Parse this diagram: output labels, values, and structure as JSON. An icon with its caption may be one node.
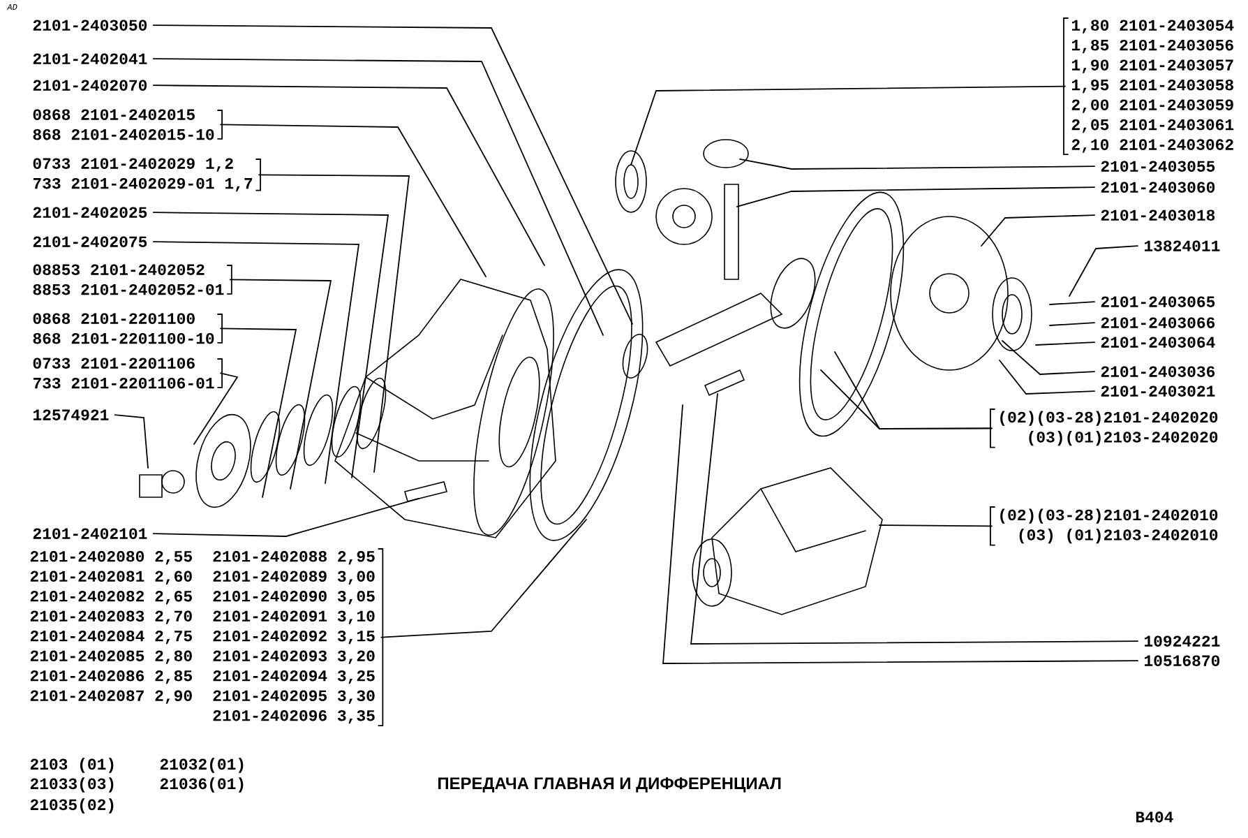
{
  "diagram": {
    "title": "ПЕРЕДАЧА ГЛАВНАЯ И ДИФФЕРЕНЦИАЛ",
    "nodes": [
      {
        "text": [
          "2101-2403050"
        ]
      },
      {
        "text": [
          "2101-2402041"
        ]
      },
      {
        "text": [
          "2101-2402070"
        ]
      },
      {
        "text": [
          "0868 2101-2402015",
          "868 2101-2402015-10"
        ]
      },
      {
        "text": [
          "0733 2101-2402029 1,2",
          "733 2101-2402029-01 1,7"
        ]
      },
      {
        "text": [
          "2101-2402025"
        ]
      },
      {
        "text": [
          "2101-2402075"
        ]
      },
      {
        "text": [
          "08853 2101-2402052",
          "8853 2101-2402052-01"
        ]
      },
      {
        "text": [
          "0868 2101-2201100",
          "868 2101-2201100-10"
        ]
      },
      {
        "text": [
          "0733 2101-2201106",
          "733 2101-2201106-01"
        ]
      },
      {
        "text": [
          "12574921"
        ]
      },
      {
        "text": [
          "2101-2402101"
        ]
      },
      {
        "text": [
          "2101-2402080 2,55",
          "2101-2402081 2,60",
          "2101-2402082 2,65",
          "2101-2402083 2,70",
          "2101-2402084 2,75",
          "2101-2402085 2,80",
          "2101-2402086 2,85",
          "2101-2402087 2,90",
          "2101-2402088 2,95",
          "2101-2402089 3,00",
          "2101-2402090 3,05",
          "2101-2402091 3,10",
          "2101-2402092 3,15",
          "2101-2402093 3,20",
          "2101-2402094 3,25",
          "2101-2402095 3,30",
          "2101-2402096 3,35"
        ]
      },
      {
        "text": [
          "1,80 2101-2403054",
          "1,85 2101-2403056",
          "1,90 2101-2403057",
          "1,95 2101-2403058",
          "2,00 2101-2403059",
          "2,05 2101-2403061",
          "2,10 2101-2403062"
        ]
      },
      {
        "text": [
          "2101-2403055"
        ]
      },
      {
        "text": [
          "2101-2403060"
        ]
      },
      {
        "text": [
          "2101-2403018"
        ]
      },
      {
        "text": [
          "13824011"
        ]
      },
      {
        "text": [
          "2101-2403065"
        ]
      },
      {
        "text": [
          "2101-2403066"
        ]
      },
      {
        "text": [
          "2101-2403064"
        ]
      },
      {
        "text": [
          "2101-2403036"
        ]
      },
      {
        "text": [
          "2101-2403021"
        ]
      },
      {
        "text": [
          "(02)(03-28)2101-2402020",
          "(03)(01)2103-2402020"
        ]
      },
      {
        "text": [
          "(02)(03-28)2101-2402010",
          "(03) (01)2103-2402010"
        ]
      },
      {
        "text": [
          "10924221"
        ]
      },
      {
        "text": [
          "10516870"
        ]
      }
    ],
    "edges": [
      {
        "from": 0,
        "to": null,
        "arrow": "none"
      },
      {
        "from": 1,
        "to": null,
        "arrow": "none"
      },
      {
        "from": 2,
        "to": null,
        "arrow": "none"
      },
      {
        "from": 3,
        "to": null,
        "arrow": "none"
      },
      {
        "from": 4,
        "to": null,
        "arrow": "none"
      },
      {
        "from": 5,
        "to": null,
        "arrow": "none"
      },
      {
        "from": 6,
        "to": null,
        "arrow": "none"
      },
      {
        "from": 7,
        "to": null,
        "arrow": "none"
      },
      {
        "from": 8,
        "to": null,
        "arrow": "none"
      },
      {
        "from": 9,
        "to": null,
        "arrow": "none"
      },
      {
        "from": 10,
        "to": null,
        "arrow": "none"
      },
      {
        "from": 11,
        "to": null,
        "arrow": "none"
      },
      {
        "from": 12,
        "to": null,
        "arrow": "none"
      },
      {
        "from": 13,
        "to": null,
        "arrow": "none"
      },
      {
        "from": 14,
        "to": null,
        "arrow": "none"
      },
      {
        "from": 15,
        "to": null,
        "arrow": "none"
      },
      {
        "from": 16,
        "to": null,
        "arrow": "none"
      },
      {
        "from": 17,
        "to": null,
        "arrow": "none"
      },
      {
        "from": 18,
        "to": null,
        "arrow": "none"
      },
      {
        "from": 19,
        "to": null,
        "arrow": "none"
      },
      {
        "from": 20,
        "to": null,
        "arrow": "none"
      },
      {
        "from": 21,
        "to": null,
        "arrow": "none"
      },
      {
        "from": 22,
        "to": null,
        "arrow": "none"
      },
      {
        "from": 23,
        "to": null,
        "arrow": "none"
      },
      {
        "from": 23,
        "to": null,
        "arrow": "none"
      },
      {
        "from": 24,
        "to": null,
        "arrow": "none"
      },
      {
        "from": 25,
        "to": null,
        "arrow": "none"
      },
      {
        "from": 26,
        "to": null,
        "arrow": "none"
      }
    ],
    "labels": [
      "AD",
      "2103 (01)",
      "21032(01)",
      "21033(03)",
      "21036(01)",
      "21035(02)",
      "B404"
    ]
  }
}
